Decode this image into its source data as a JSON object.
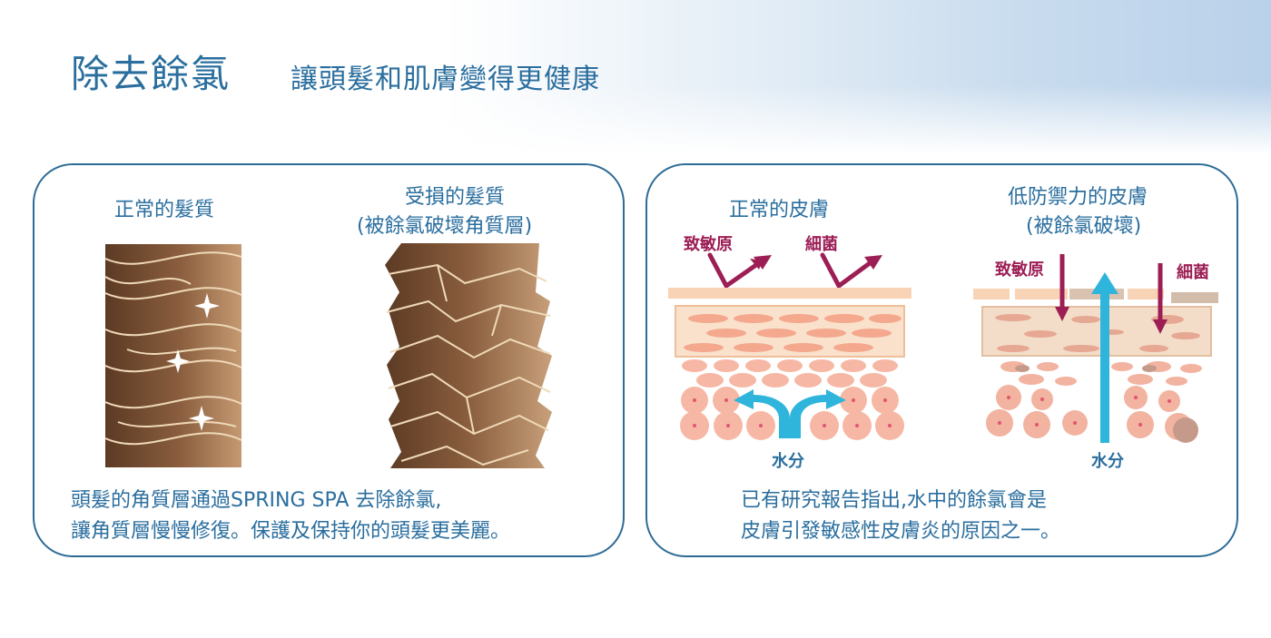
{
  "header": {
    "title": "除去餘氯",
    "subtitle": "讓頭髮和肌膚變得更健康"
  },
  "hair_panel": {
    "normal_label": "正常的髮質",
    "damaged_label_1": "受損的髮質",
    "damaged_label_2": "(被餘氯破壞角質層)",
    "caption_1": "頭髮的角質層通過SPRING SPA 去除餘氯,",
    "caption_2": "讓角質層慢慢修復。保護及保持你的頭髮更美麗。"
  },
  "skin_panel": {
    "normal_label": "正常的皮膚",
    "weak_label_1": "低防禦力的皮膚",
    "weak_label_2": "(被餘氯破壞)",
    "allergen_label": "致敏原",
    "bacteria_label": "細菌",
    "moisture_label": "水分",
    "caption_1": "已有研究報告指出,水中的餘氯會是",
    "caption_2": "皮膚引發敏感性皮膚炎的原因之一。"
  },
  "colors": {
    "brand_blue": "#2a6e9e",
    "panel_border": "#2d6c96",
    "hair_brown": "#7a4f34",
    "arrow_magenta": "#9c1e55",
    "water_cyan": "#2fb5dc",
    "skin_peach": "#f6c6a6",
    "cell_pink": "#f3a99c"
  }
}
